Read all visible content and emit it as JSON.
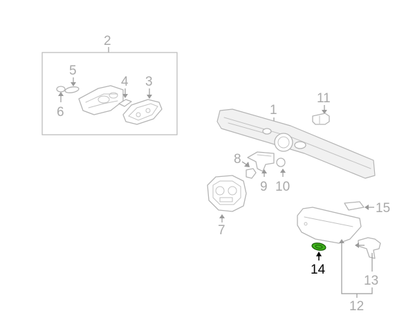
{
  "diagram": {
    "highlight_color": "#3fb31b",
    "callouts": {
      "c1": "1",
      "c2": "2",
      "c3": "3",
      "c4": "4",
      "c5": "5",
      "c6": "6",
      "c7": "7",
      "c8": "8",
      "c9": "9",
      "c10": "10",
      "c11": "11",
      "c12": "12",
      "c13": "13",
      "c14": "14",
      "c15": "15"
    },
    "selected_callout": "14"
  }
}
